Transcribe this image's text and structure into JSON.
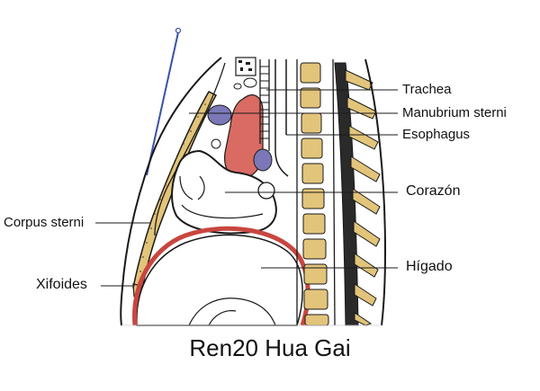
{
  "labels": {
    "trachea": "Trachea",
    "manubrium": "Manubrium sterni",
    "esophagus": "Esophagus",
    "heart": "Corazón",
    "corpus": "Corpus sterni",
    "liver": "Hígado",
    "xiphoid": "Xifoides"
  },
  "caption": "Ren20 Hua Gai",
  "colors": {
    "ink": "#1a1a1a",
    "bone": "#e2c47a",
    "vessel_red": "#d96b63",
    "vessel_blue": "#7b78b8",
    "liver_outline": "#c8463f",
    "needle": "#3b52a8"
  }
}
